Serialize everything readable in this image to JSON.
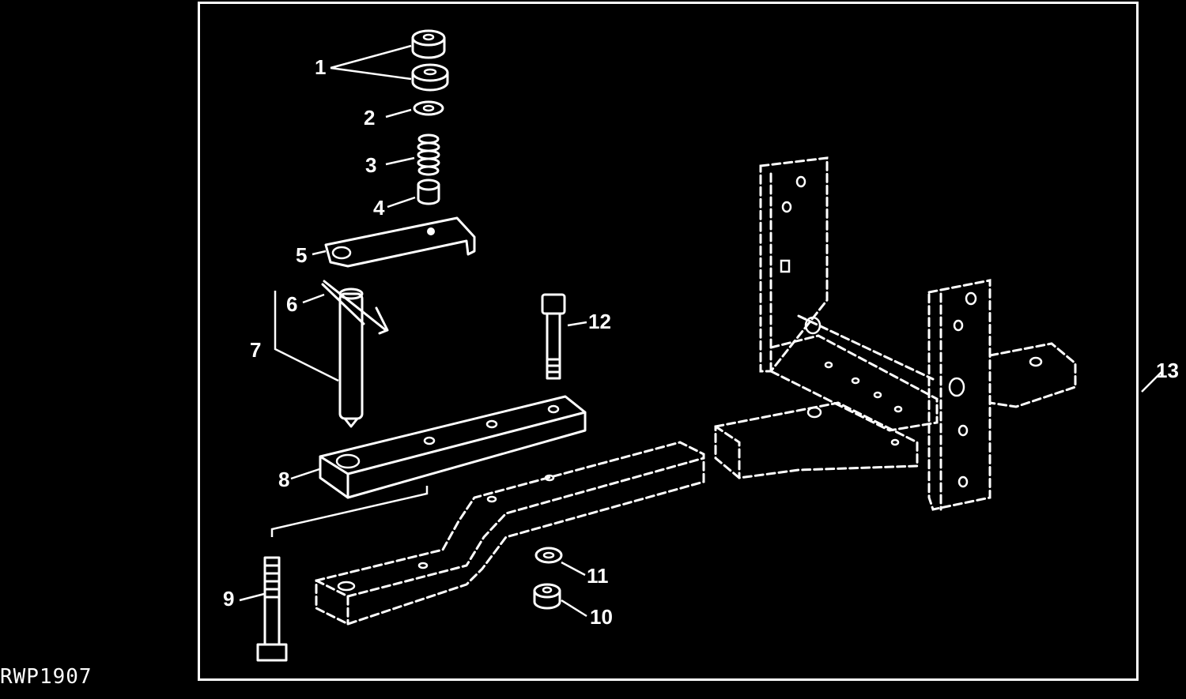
{
  "figure": {
    "code": "RWP1907"
  },
  "callouts": [
    {
      "id": "1",
      "text": "1"
    },
    {
      "id": "2",
      "text": "2"
    },
    {
      "id": "3",
      "text": "3"
    },
    {
      "id": "4",
      "text": "4"
    },
    {
      "id": "5",
      "text": "5"
    },
    {
      "id": "6",
      "text": "6"
    },
    {
      "id": "7",
      "text": "7"
    },
    {
      "id": "8",
      "text": "8"
    },
    {
      "id": "9",
      "text": "9"
    },
    {
      "id": "10",
      "text": "10"
    },
    {
      "id": "11",
      "text": "11"
    },
    {
      "id": "12",
      "text": "12"
    },
    {
      "id": "13",
      "text": "13"
    }
  ],
  "colors": {
    "background": "#000000",
    "line": "#ffffff"
  }
}
